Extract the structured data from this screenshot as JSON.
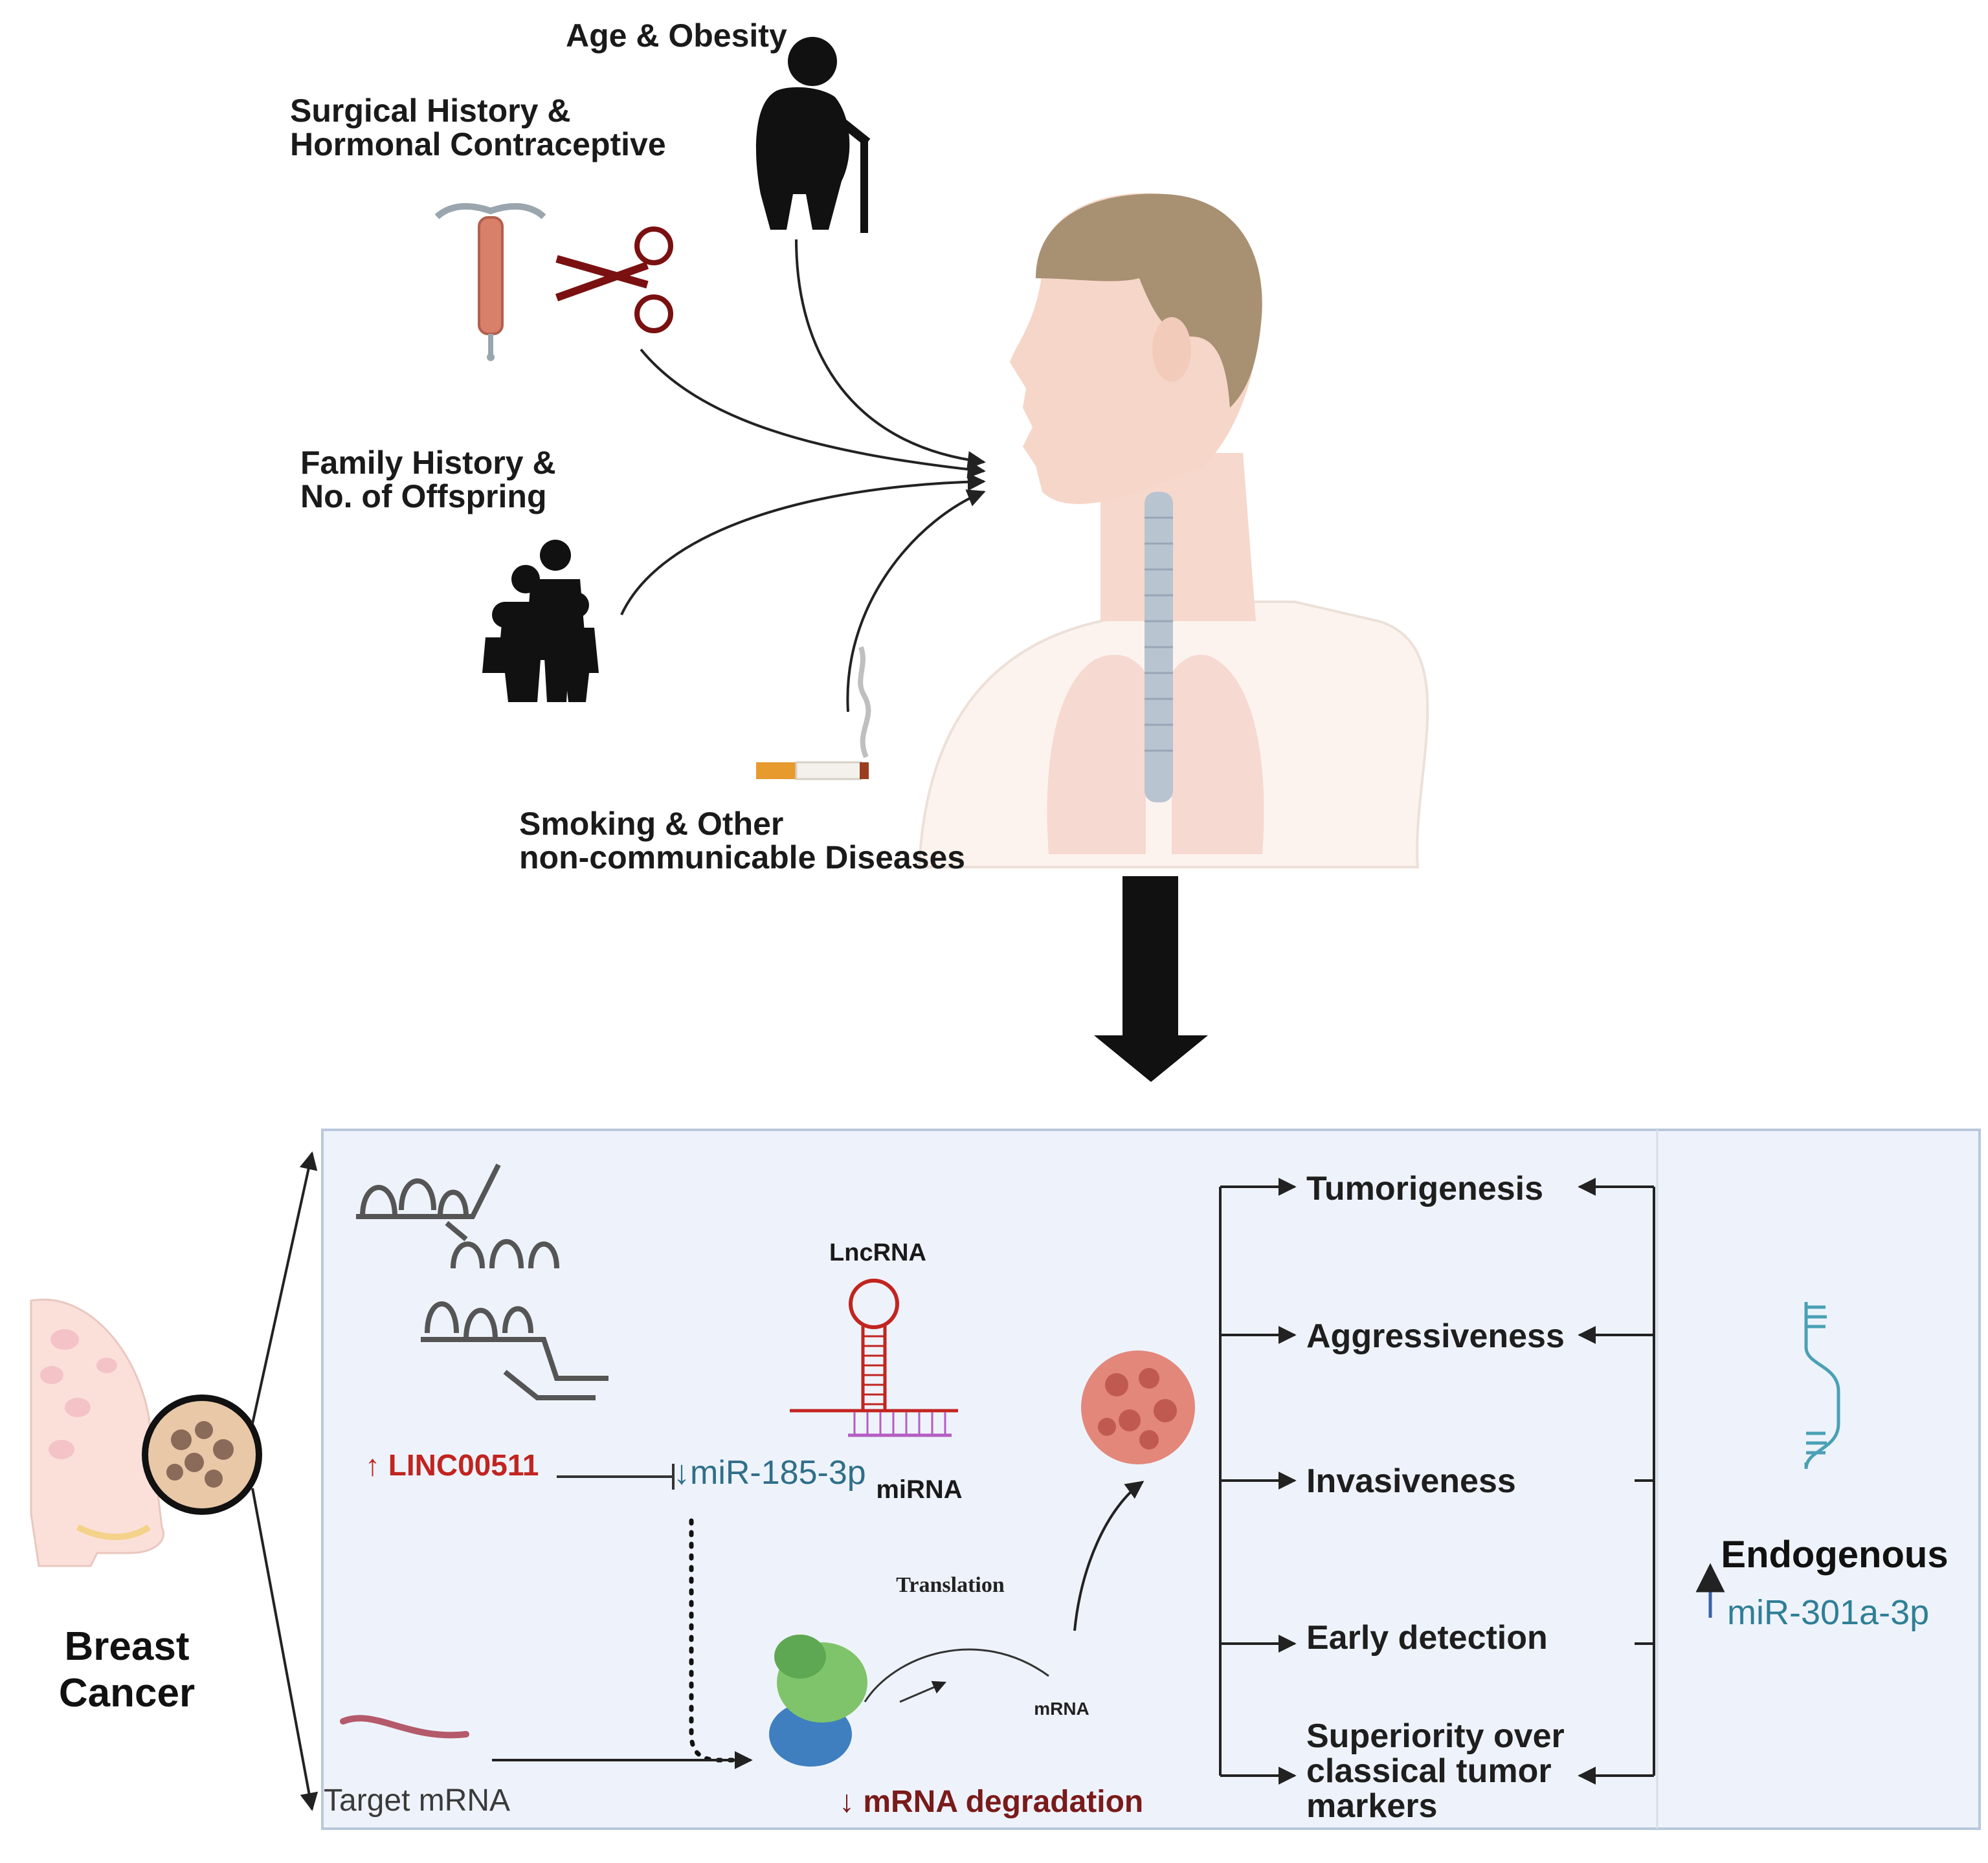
{
  "risk_factors": {
    "age_obesity": "Age & Obesity",
    "surgical_line1": "Surgical History &",
    "surgical_line2": "Hormonal Contraceptive",
    "family_line1": "Family History &",
    "family_line2": "No. of Offspring",
    "smoking_line1": "Smoking & Other",
    "smoking_line2": "non-communicable Diseases"
  },
  "breast": {
    "line1": "Breast",
    "line2": "Cancer"
  },
  "pathway": {
    "linc": "↑ LINC00511",
    "mir185": "↓miR-185-3p",
    "lncrna": "LncRNA",
    "mirna": "miRNA",
    "translation": "Translation",
    "mrna_small": "mRNA",
    "target_mrna": "Target mRNA",
    "mrna_degradation": "↓ mRNA degradation"
  },
  "outcomes": [
    "Tumorigenesis",
    "Aggressiveness",
    "Invasiveness",
    "Early detection"
  ],
  "outcome_multi": {
    "line1": "Superiority over",
    "line2": "classical tumor",
    "line3": "markers"
  },
  "endogenous": {
    "title": "Endogenous",
    "mirna": "miR-301a-3p"
  },
  "colors": {
    "panel_bg": "#eef3fb",
    "panel_border": "#b9c8dc",
    "linc_red": "#c2241f",
    "mir_blue": "#2f6f8a",
    "degradation_red": "#7a1a1a",
    "endogenous_teal": "#2f7f95",
    "skin": "#f6d6c8",
    "hair": "#a89072"
  }
}
